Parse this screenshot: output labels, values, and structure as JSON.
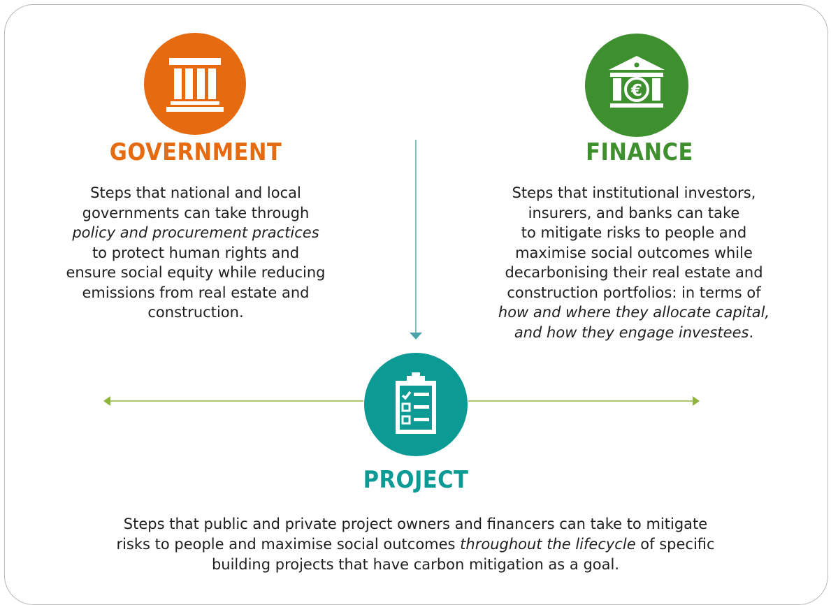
{
  "colors": {
    "government": "#e66b10",
    "finance": "#3e8f2e",
    "project": "#0c9a95",
    "arrow_vertical": "#4aa3a8",
    "arrow_horizontal": "#8db53c"
  },
  "government": {
    "icon": "government-building-icon",
    "title": "GOVERNMENT",
    "desc": {
      "l1": "Steps that national and local",
      "l2": "governments can take through",
      "l3_em": "policy and procurement practices",
      "l4": "to protect human rights and",
      "l5": "ensure social equity while reducing",
      "l6": "emissions from real estate and",
      "l7": "construction."
    }
  },
  "finance": {
    "icon": "bank-euro-icon",
    "title": "FINANCE",
    "desc": {
      "l1": "Steps that institutional investors,",
      "l2": "insurers, and banks can take",
      "l3": "to mitigate risks to people and",
      "l4": "maximise social outcomes while",
      "l5": "decarbonising their real estate and",
      "l6": "construction portfolios: in terms of",
      "l7_em": "how and where they allocate capital,",
      "l8_em": "and how they engage investees",
      "l8_end": "."
    }
  },
  "project": {
    "icon": "clipboard-checklist-icon",
    "title": "PROJECT",
    "desc": {
      "l1": "Steps that public and private project owners and financers can take to mitigate",
      "l2_a": "risks to people and maximise social outcomes ",
      "l2_em": "throughout the lifecycle",
      "l2_b": " of specific",
      "l3": "building projects that have carbon mitigation as a goal."
    }
  }
}
